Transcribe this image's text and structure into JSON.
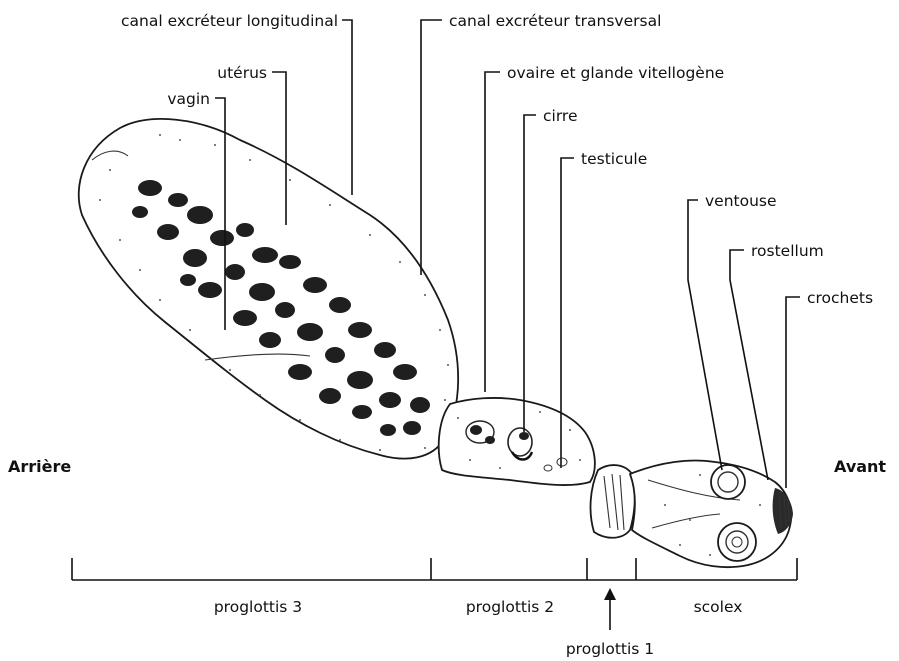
{
  "labels": {
    "canal_longitudinal": "canal excréteur longitudinal",
    "canal_transversal": "canal excréteur transversal",
    "uterus": "utérus",
    "ovaire": "ovaire et glande vitellogène",
    "vagin": "vagin",
    "cirre": "cirre",
    "testicule": "testicule",
    "ventouse": "ventouse",
    "rostellum": "rostellum",
    "crochets": "crochets",
    "arriere": "Arrière",
    "avant": "Avant",
    "proglottis_3": "proglottis 3",
    "proglottis_2": "proglottis 2",
    "proglottis_1": "proglottis 1",
    "scolex": "scolex"
  }
}
